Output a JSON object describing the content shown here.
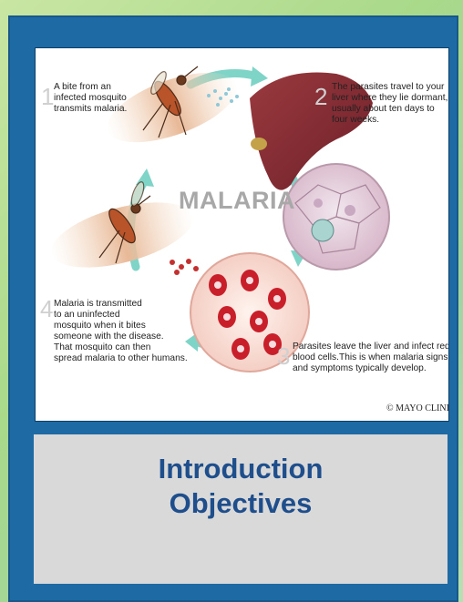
{
  "illustration": {
    "title": "MALARIA",
    "credit": "© MAYO CLINIC",
    "steps": [
      {
        "number": "1",
        "lines": [
          "A bite from an",
          "infected mosquito",
          "transmits malaria."
        ]
      },
      {
        "number": "2",
        "lines": [
          "The parasites travel to your",
          "liver where they lie dormant,",
          "usually about ten days to",
          "four weeks."
        ]
      },
      {
        "number": "3",
        "lines": [
          "Parasites leave the liver and infect red",
          "blood cells.This is when malaria signs",
          "and symptoms typically develop."
        ]
      },
      {
        "number": "4",
        "lines": [
          "Malaria is transmitted",
          "to an uninfected",
          "mosquito when it bites",
          "someone with the disease.",
          "That mosquito can then",
          "spread malaria to other humans."
        ]
      }
    ]
  },
  "caption": {
    "line1": "Introduction",
    "line2": "Objectives"
  },
  "colors": {
    "frame": "#1e6aa5",
    "caption_text": "#1f4e8c",
    "caption_bg": "#d9d9d9",
    "arrow": "#7fd4c8"
  }
}
